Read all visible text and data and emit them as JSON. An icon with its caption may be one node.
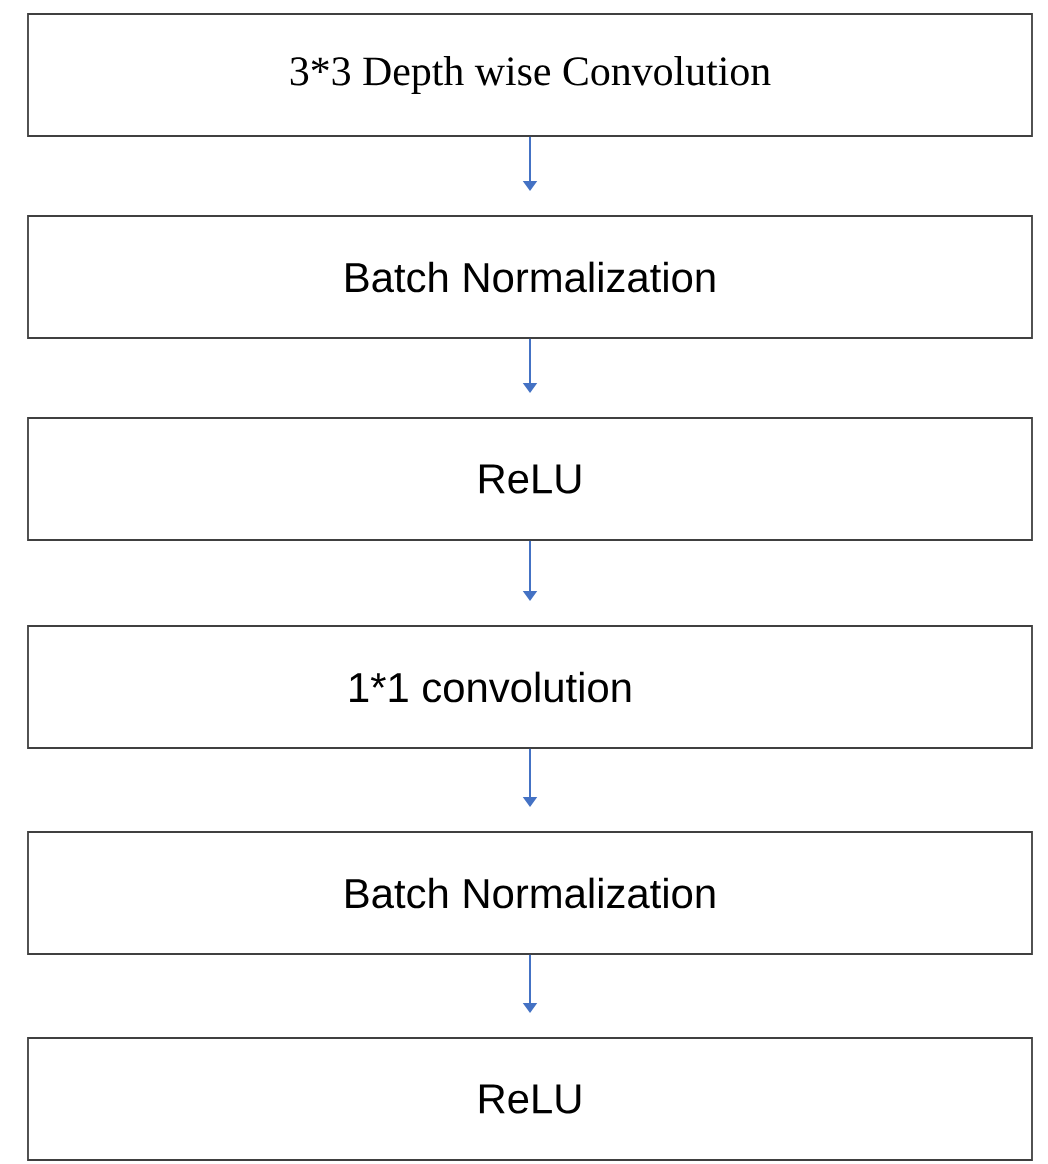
{
  "diagram": {
    "nodes": [
      {
        "text": [
          "3*3 Depth wise Convolution"
        ]
      },
      {
        "text": [
          "Batch Normalization"
        ]
      },
      {
        "text": [
          "ReLU"
        ]
      },
      {
        "text": [
          "1*1 convolution"
        ]
      },
      {
        "text": [
          "Batch Normalization"
        ]
      },
      {
        "text": [
          "ReLU"
        ]
      }
    ],
    "edges": [
      {
        "from": 0,
        "to": 1,
        "arrow": "to"
      },
      {
        "from": 1,
        "to": 2,
        "arrow": "to"
      },
      {
        "from": 2,
        "to": 3,
        "arrow": "to"
      },
      {
        "from": 3,
        "to": 4,
        "arrow": "to"
      },
      {
        "from": 4,
        "to": 5,
        "arrow": "to"
      }
    ]
  }
}
